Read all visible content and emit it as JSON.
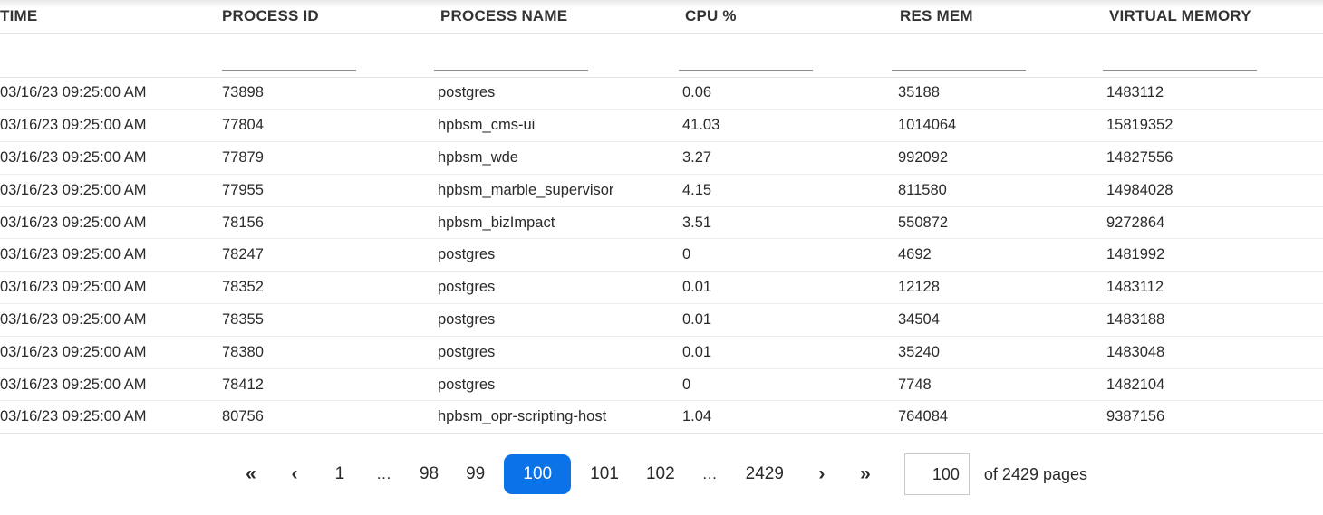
{
  "table": {
    "columns": [
      {
        "key": "time",
        "label": "TIME",
        "filterable": false,
        "filter_value": "",
        "filter_placeholder": ""
      },
      {
        "key": "pid",
        "label": "PROCESS ID",
        "filterable": true,
        "filter_value": "",
        "filter_placeholder": ""
      },
      {
        "key": "pname",
        "label": "PROCESS NAME",
        "filterable": true,
        "filter_value": "",
        "filter_placeholder": ""
      },
      {
        "key": "cpu",
        "label": "CPU %",
        "filterable": true,
        "filter_value": "",
        "filter_placeholder": ""
      },
      {
        "key": "res",
        "label": "RES MEM",
        "filterable": true,
        "filter_value": "",
        "filter_placeholder": ""
      },
      {
        "key": "vmem",
        "label": "VIRTUAL MEMORY",
        "filterable": true,
        "filter_value": "",
        "filter_placeholder": ""
      }
    ],
    "rows": [
      {
        "time": "03/16/23 09:25:00 AM",
        "pid": "73898",
        "pname": "postgres",
        "cpu": "0.06",
        "res": "35188",
        "vmem": "1483112"
      },
      {
        "time": "03/16/23 09:25:00 AM",
        "pid": "77804",
        "pname": "hpbsm_cms-ui",
        "cpu": "41.03",
        "res": "1014064",
        "vmem": "15819352"
      },
      {
        "time": "03/16/23 09:25:00 AM",
        "pid": "77879",
        "pname": "hpbsm_wde",
        "cpu": "3.27",
        "res": "992092",
        "vmem": "14827556"
      },
      {
        "time": "03/16/23 09:25:00 AM",
        "pid": "77955",
        "pname": "hpbsm_marble_supervisor",
        "cpu": "4.15",
        "res": "811580",
        "vmem": "14984028"
      },
      {
        "time": "03/16/23 09:25:00 AM",
        "pid": "78156",
        "pname": "hpbsm_bizImpact",
        "cpu": "3.51",
        "res": "550872",
        "vmem": "9272864"
      },
      {
        "time": "03/16/23 09:25:00 AM",
        "pid": "78247",
        "pname": "postgres",
        "cpu": "0",
        "res": "4692",
        "vmem": "1481992"
      },
      {
        "time": "03/16/23 09:25:00 AM",
        "pid": "78352",
        "pname": "postgres",
        "cpu": "0.01",
        "res": "12128",
        "vmem": "1483112"
      },
      {
        "time": "03/16/23 09:25:00 AM",
        "pid": "78355",
        "pname": "postgres",
        "cpu": "0.01",
        "res": "34504",
        "vmem": "1483188"
      },
      {
        "time": "03/16/23 09:25:00 AM",
        "pid": "78380",
        "pname": "postgres",
        "cpu": "0.01",
        "res": "35240",
        "vmem": "1483048"
      },
      {
        "time": "03/16/23 09:25:00 AM",
        "pid": "78412",
        "pname": "postgres",
        "cpu": "0",
        "res": "7748",
        "vmem": "1482104"
      },
      {
        "time": "03/16/23 09:25:00 AM",
        "pid": "80756",
        "pname": "hpbsm_opr-scripting-host",
        "cpu": "1.04",
        "res": "764084",
        "vmem": "9387156"
      }
    ]
  },
  "pagination": {
    "first_label": "«",
    "prev_label": "‹",
    "next_label": "›",
    "last_label": "»",
    "ellipsis": "…",
    "items": [
      {
        "label": "1",
        "active": false
      },
      {
        "label": "…",
        "active": false,
        "dots": true
      },
      {
        "label": "98",
        "active": false
      },
      {
        "label": "99",
        "active": false
      },
      {
        "label": "100",
        "active": true
      },
      {
        "label": "101",
        "active": false
      },
      {
        "label": "102",
        "active": false
      },
      {
        "label": "…",
        "active": false,
        "dots": true
      },
      {
        "label": "2429",
        "active": false
      }
    ],
    "current_page": "100",
    "page_input_value": "100",
    "total_text": "of 2429 pages",
    "total_pages": 2429,
    "active_color": "#0b72e7"
  }
}
